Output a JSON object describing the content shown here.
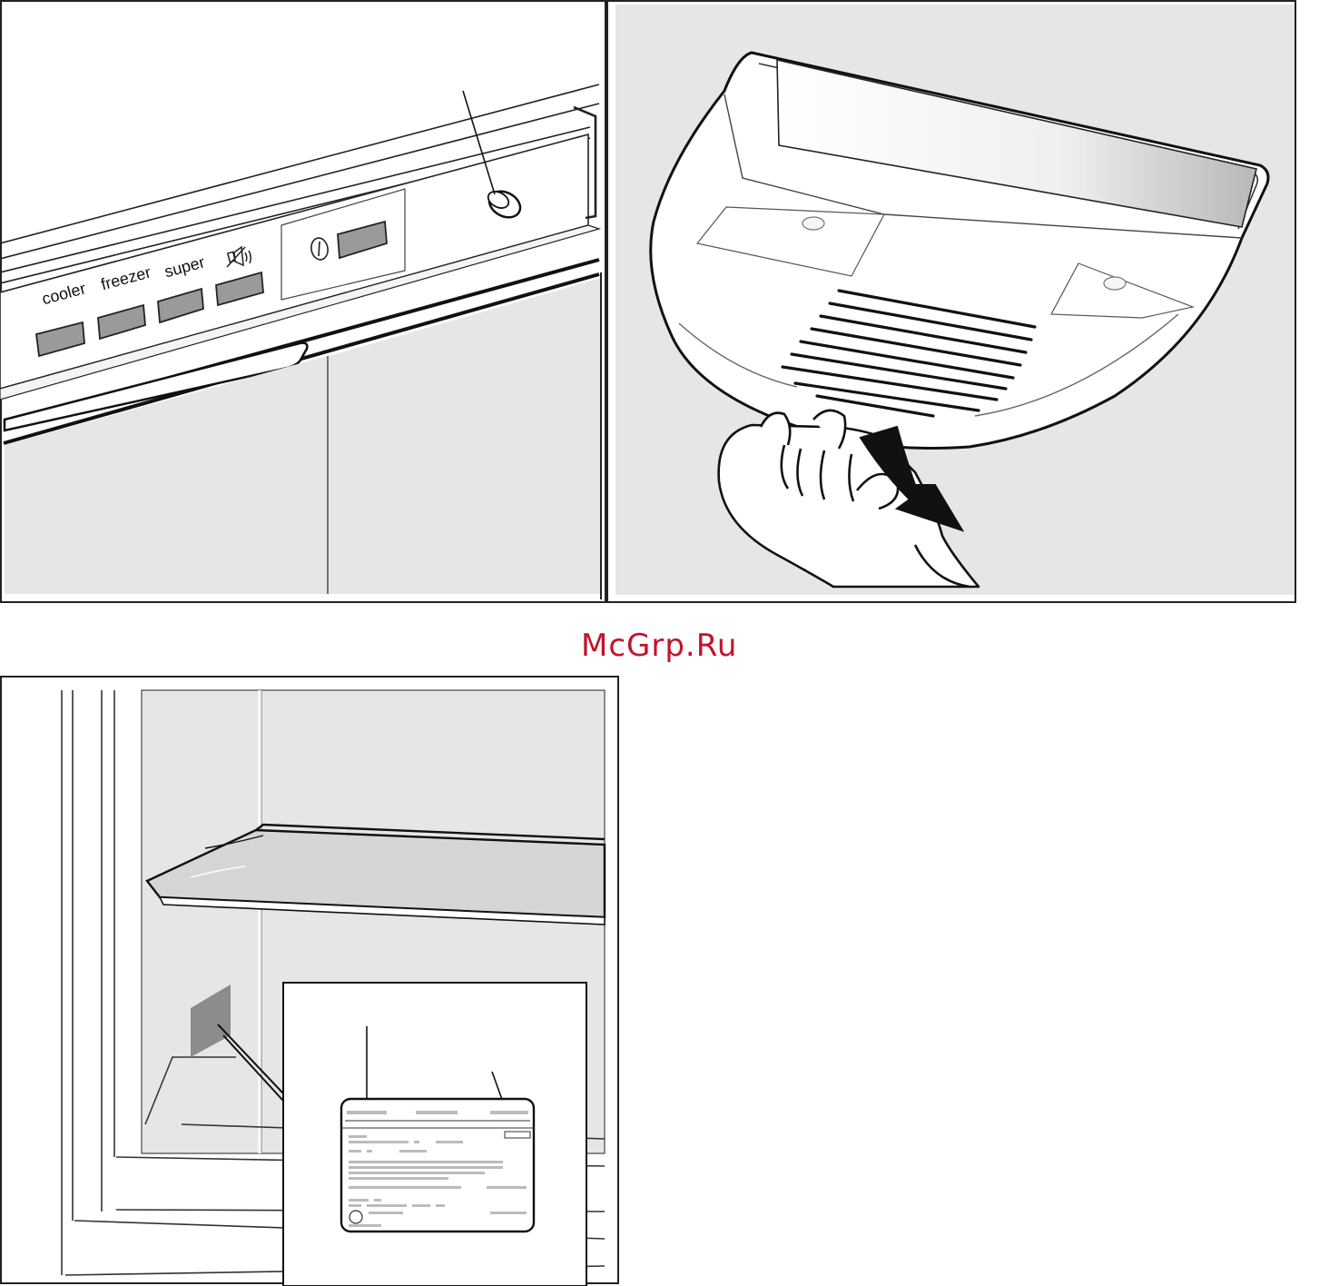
{
  "control_panel": {
    "buttons": [
      {
        "label": "cooler"
      },
      {
        "label": "freezer"
      },
      {
        "label": "super"
      },
      {
        "label": "",
        "icon": "alarm-mute-icon"
      }
    ],
    "power_symbol": "I",
    "power_icon": "power-switch-icon"
  },
  "lamp_panel": {
    "icons": [
      "hand-icon",
      "arrow-down-icon"
    ]
  },
  "rating_plate_panel": {
    "icons": [
      "rating-plate-icon"
    ]
  },
  "watermark": {
    "text": "McGrp.Ru"
  },
  "colors": {
    "button_gray": "#9a9a9a",
    "panel_gray": "#e6e6e6",
    "line": "#1a1a1a",
    "watermark_red": "#c0142a"
  }
}
